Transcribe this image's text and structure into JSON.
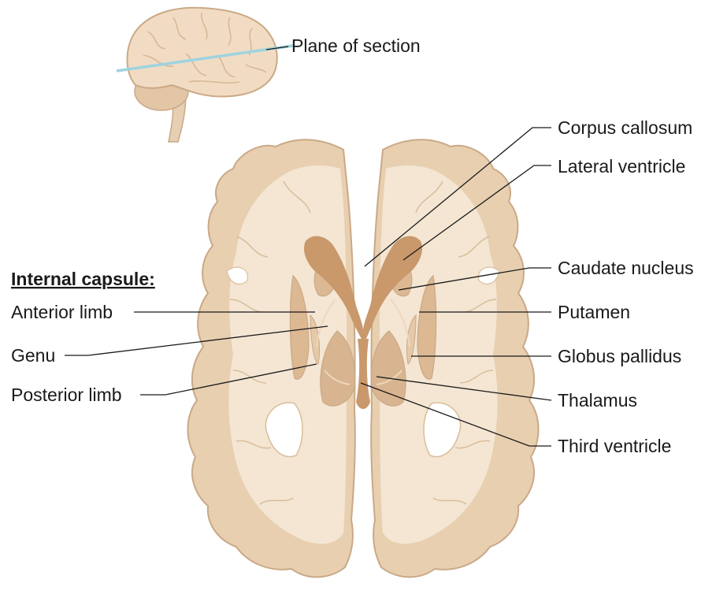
{
  "plane_label": "Plane of section",
  "internal_capsule": {
    "heading": "Internal capsule:",
    "labels": [
      "Anterior limb",
      "Genu",
      "Posterior limb"
    ]
  },
  "right_labels": [
    "Corpus callosum",
    "Lateral ventricle",
    "Caudate nucleus",
    "Putamen",
    "Globus pallidus",
    "Thalamus",
    "Third ventricle"
  ],
  "colors": {
    "white_matter": "#f3e4cf",
    "gray_matter": "#e7cdad",
    "outline": "#c9a987",
    "ventricle": "#c9986b",
    "nucleus": "#ddbb97",
    "plane": "#9fd3df"
  }
}
